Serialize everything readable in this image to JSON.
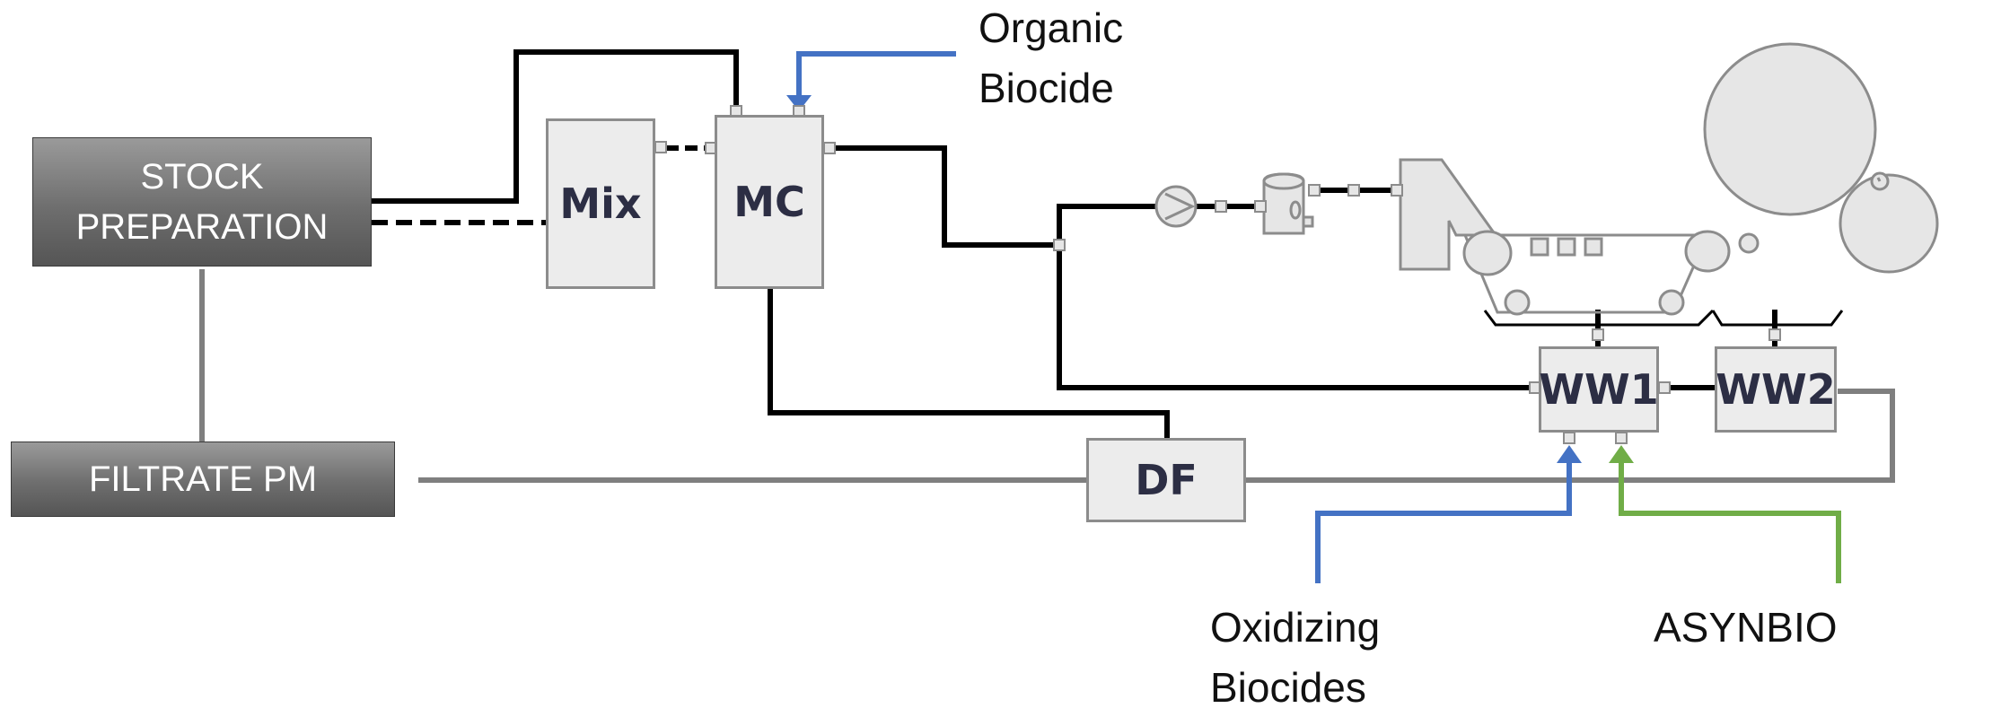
{
  "units": {
    "stock_preparation": "STOCK\nPREPARATION",
    "filtrate_pm": "FILTRATE PM",
    "mix": "Mix",
    "mc": "MC",
    "df": "DF",
    "ww1": "WW1",
    "ww2": "WW2"
  },
  "dosing": {
    "organic_biocide": "Organic\nBiocide",
    "oxidizing_biocides": "Oxidizing\nBiocides",
    "asynbio": "ASYNBIO"
  },
  "colors": {
    "process_line": "#000000",
    "water_line": "#7f7f7f",
    "organic_biocide_line": "#4472c4",
    "oxidizing_biocides_line": "#4472c4",
    "asynbio_line": "#70ad47",
    "machine_fill": "#e6e6e6",
    "machine_stroke": "#8c8c8c"
  }
}
